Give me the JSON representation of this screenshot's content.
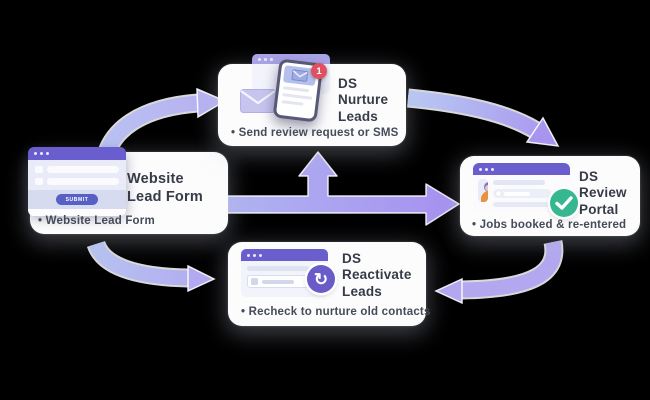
{
  "diagram": {
    "background_color": "#000000",
    "card_color": "#fcfcfd",
    "accent_purple": "#6a5dce",
    "arrow_blue": "#b6c8f3",
    "arrow_purple": "#a690ef",
    "success_green": "#36b78f",
    "alert_red": "#e15060"
  },
  "cards": {
    "lead_form": {
      "title_lines": [
        "Website",
        "Lead Form"
      ],
      "bullet": "• Website Lead Form",
      "button_label": "SUBMIT"
    },
    "nurture": {
      "title_lines": [
        "DS",
        "Nurture",
        "Leads"
      ],
      "bullet": "• Send review request or SMS",
      "badge_count": "1"
    },
    "review": {
      "title_lines": [
        "DS",
        "Review",
        "Portal"
      ],
      "bullet": "• Jobs booked & re-entered"
    },
    "reactivate": {
      "title_lines": [
        "DS",
        "Reactivate",
        "Leads"
      ],
      "bullet": "• Recheck to nurture old contacts"
    }
  },
  "icons": {
    "refresh_glyph": "↻"
  }
}
